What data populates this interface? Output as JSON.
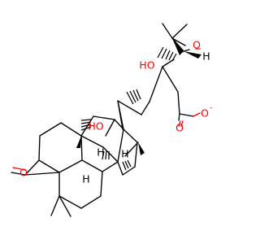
{
  "molecule": {
    "labels": {
      "epoxide_o": "O",
      "hydroxy_top": "HO",
      "hydroxy_ring": "HO",
      "carboxylate_o1": "O",
      "carboxylate_o2": "O",
      "charge": "-",
      "ketone_o": "O",
      "h_epoxide": "H",
      "h_ring_1": "H",
      "h_ring_2": "H",
      "h_ring_3": "H"
    },
    "colors": {
      "oxygen": "#ff0000",
      "carbon": "#000000",
      "background": "#ffffff"
    }
  }
}
